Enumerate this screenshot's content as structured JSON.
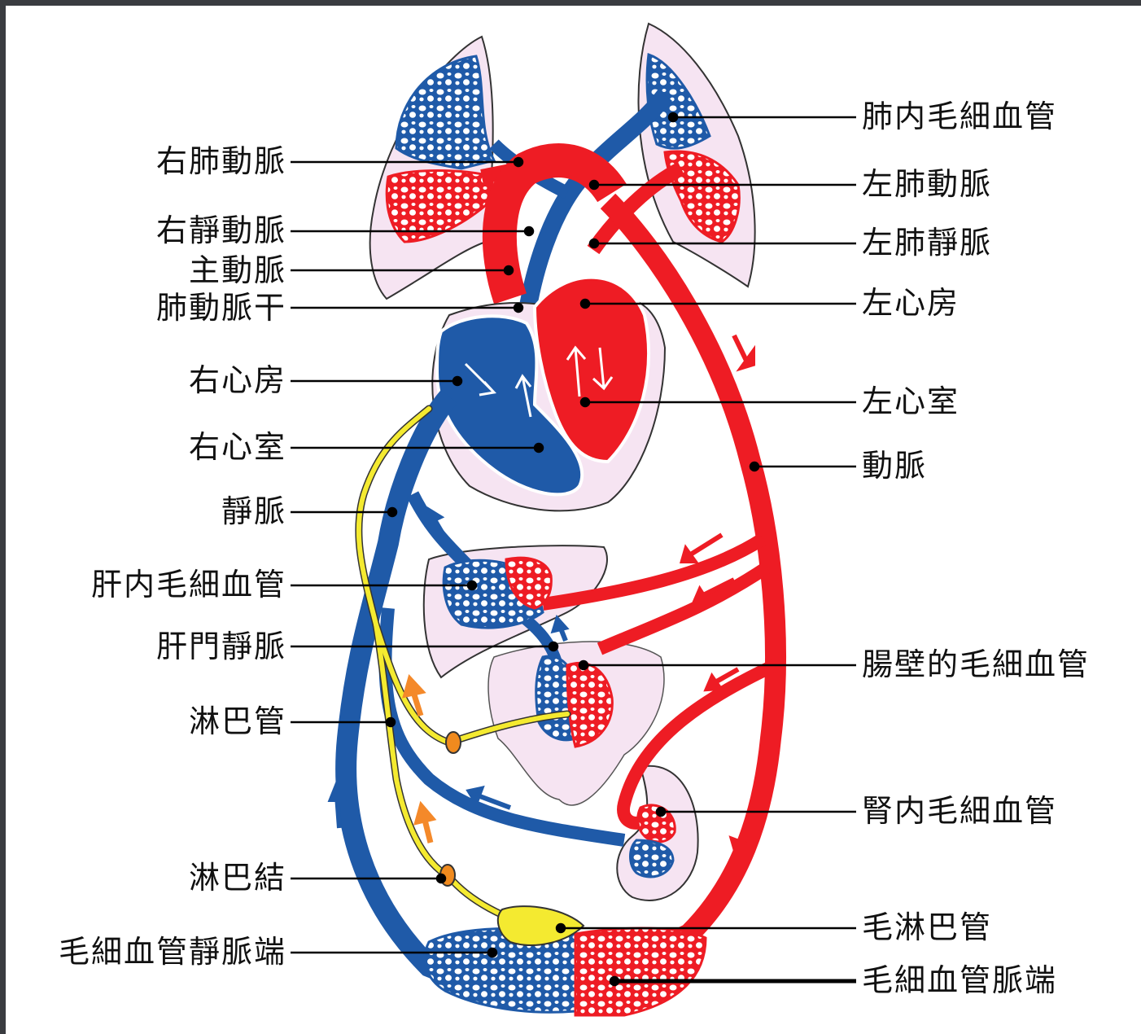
{
  "labels_left": [
    {
      "id": "right-pulmonary-artery",
      "text": "右肺動脈"
    },
    {
      "id": "right-pulmonary-vein",
      "text": "右靜動脈"
    },
    {
      "id": "aorta",
      "text": "主動脈"
    },
    {
      "id": "pulmonary-trunk",
      "text": "肺動脈干"
    },
    {
      "id": "right-atrium",
      "text": "右心房"
    },
    {
      "id": "right-ventricle",
      "text": "右心室"
    },
    {
      "id": "vein",
      "text": "靜脈"
    },
    {
      "id": "liver-capillaries",
      "text": "肝内毛細血管"
    },
    {
      "id": "hepatic-portal-vein",
      "text": "肝門靜脈"
    },
    {
      "id": "lymph-vessel",
      "text": "淋巴管"
    },
    {
      "id": "lymph-node",
      "text": "淋巴結"
    },
    {
      "id": "capillary-venous-end",
      "text": "毛細血管靜脈端"
    }
  ],
  "labels_right": [
    {
      "id": "lung-capillaries",
      "text": "肺内毛細血管"
    },
    {
      "id": "left-pulmonary-artery",
      "text": "左肺動脈"
    },
    {
      "id": "left-pulmonary-vein",
      "text": "左肺靜脈"
    },
    {
      "id": "left-atrium",
      "text": "左心房"
    },
    {
      "id": "left-ventricle",
      "text": "左心室"
    },
    {
      "id": "artery",
      "text": "動脈"
    },
    {
      "id": "intestinal-capillaries",
      "text": "腸壁的毛細血管"
    },
    {
      "id": "kidney-capillaries",
      "text": "腎内毛細血管"
    },
    {
      "id": "lymph-capillary",
      "text": "毛淋巴管"
    },
    {
      "id": "capillary-arterial-end",
      "text": "毛細血管脈端"
    }
  ],
  "colors": {
    "background_frame": "#3a3c40",
    "arterial": "#ee1c24",
    "venous": "#1f5aa8",
    "lymph": "#f4ea30",
    "lymph_node": "#f08a1e",
    "organ": "#f6e4f2",
    "flow_arrow_orange": "#f4892a"
  }
}
